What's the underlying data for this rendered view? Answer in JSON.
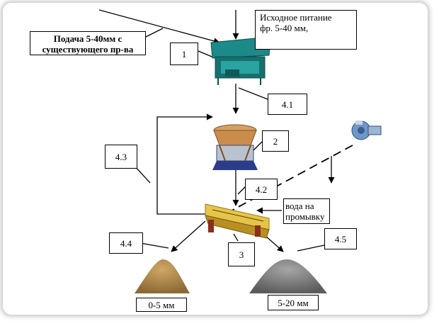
{
  "feed_source": {
    "line1": "Подача 5-40мм с",
    "line2": "существующего пр-ва"
  },
  "initial_feed": {
    "line1": "Исходное питание",
    "line2": "фр. 5-40 мм,"
  },
  "water": {
    "line1": "вода на",
    "line2": "промывку"
  },
  "callouts": {
    "c1": "1",
    "c2": "2",
    "c3": "3",
    "c41": "4.1",
    "c42": "4.2",
    "c43": "4.3",
    "c44": "4.4",
    "c45": "4.5"
  },
  "products": {
    "fine": "0-5  мм",
    "coarse": "5-20 мм"
  },
  "colors": {
    "feeder": "#1b8a88",
    "crusher": "#c98c4a",
    "screen": "#e6c44a",
    "sand": "#b38a4a",
    "gravel": "#8a8a8a",
    "pump": "#6f97c7"
  }
}
